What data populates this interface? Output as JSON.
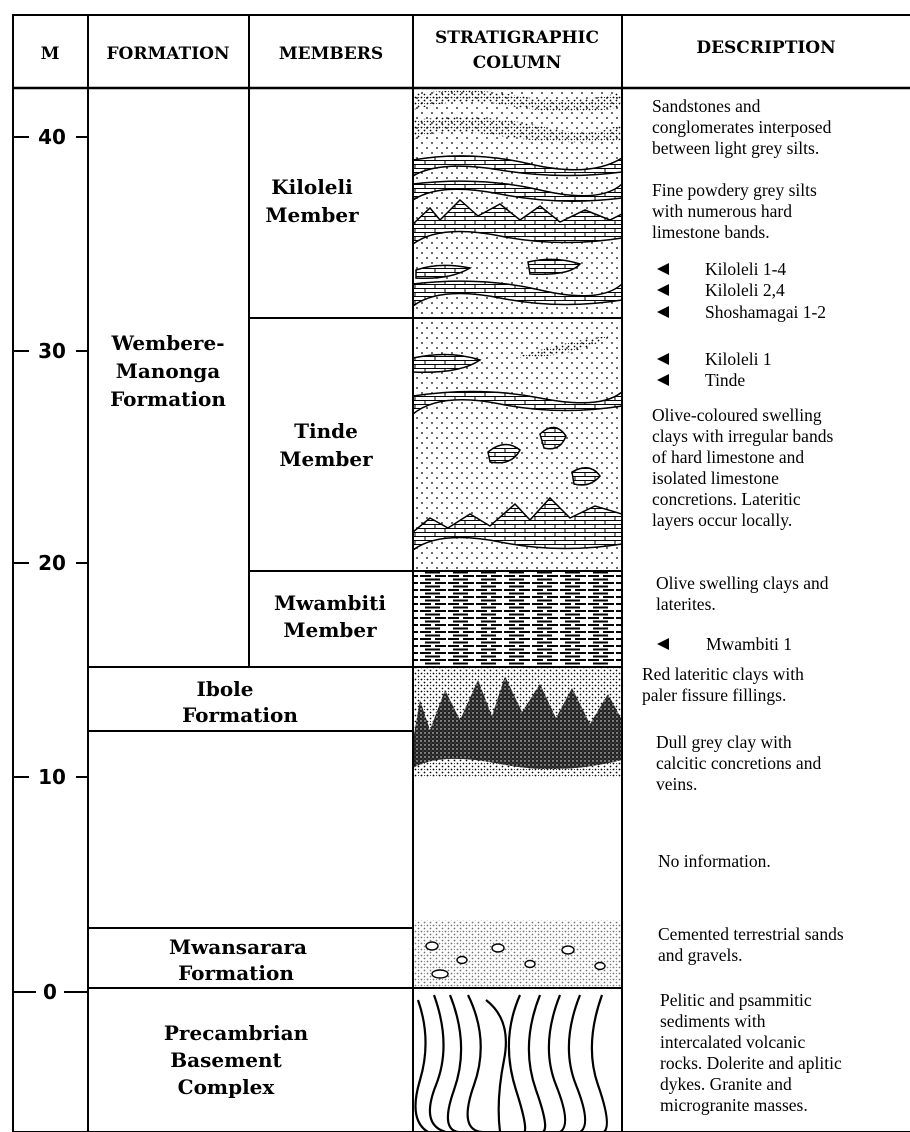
{
  "headers": {
    "m": "M",
    "formation": "FORMATION",
    "members": "MEMBERS",
    "column": [
      "STRATIGRAPHIC",
      "COLUMN"
    ],
    "description": "DESCRIPTION"
  },
  "depth_ticks": [
    "40",
    "30",
    "20",
    "10",
    "0"
  ],
  "formations": [
    {
      "lines": [
        "Wembere-",
        "Manonga",
        "Formation"
      ]
    },
    {
      "lines": [
        "Ibole",
        "Formation"
      ]
    },
    {
      "lines": [
        "Mwansarara",
        "Formation"
      ]
    },
    {
      "lines": [
        "Precambrian",
        "Basement",
        "Complex"
      ]
    }
  ],
  "members": [
    {
      "lines": [
        "Kiloleli",
        "Member"
      ]
    },
    {
      "lines": [
        "Tinde",
        "Member"
      ]
    },
    {
      "lines": [
        "Mwambiti",
        "Member"
      ]
    }
  ],
  "descriptions": [
    {
      "lines": [
        "Sandstones and",
        "conglomerates interposed",
        "between light grey silts."
      ]
    },
    {
      "lines": [
        "Fine powdery grey silts",
        "with numerous hard",
        "limestone bands."
      ]
    },
    {
      "lines": [
        "Olive-coloured swelling",
        "clays with irregular bands",
        "of hard limestone and",
        "isolated limestone",
        "concretions.  Lateritic",
        "layers occur locally."
      ]
    },
    {
      "lines": [
        "Olive swelling clays and",
        "laterites."
      ]
    },
    {
      "lines": [
        "Red lateritic clays with",
        "paler fissure fillings."
      ]
    },
    {
      "lines": [
        "Dull grey clay with",
        "calcitic concretions and",
        "veins."
      ]
    },
    {
      "lines": [
        "No information."
      ]
    },
    {
      "lines": [
        "Cemented terrestrial sands",
        "and gravels."
      ]
    },
    {
      "lines": [
        "Pelitic and psammitic",
        "sediments with",
        "intercalated volcanic",
        "rocks.  Dolerite and aplitic",
        "dykes.  Granite and",
        "microgranite masses."
      ]
    }
  ],
  "sites": [
    "Kiloleli 1-4",
    "Kiloleli 2,4",
    "Shoshamagai 1-2",
    "Kiloleli 1",
    "Tinde",
    "Mwambiti 1"
  ]
}
